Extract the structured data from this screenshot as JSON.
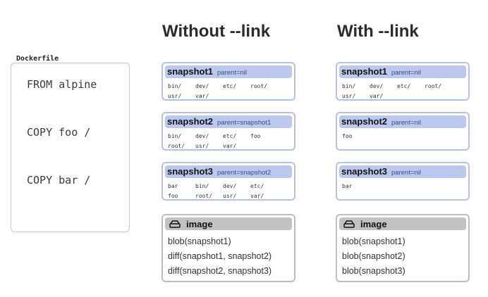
{
  "headings": {
    "without": "Without --link",
    "with": "With --link"
  },
  "dockerfile": {
    "label": "Dockerfile",
    "lines": [
      "FROM alpine",
      "COPY foo /",
      "COPY bar /"
    ]
  },
  "without_link": {
    "snapshots": [
      {
        "name": "snapshot1",
        "parent": "parent=nil",
        "rows": [
          [
            "bin/",
            "dev/",
            "etc/",
            "root/"
          ],
          [
            "usr/",
            "var/"
          ]
        ]
      },
      {
        "name": "snapshot2",
        "parent": "parent=snapshot1",
        "rows": [
          [
            "bin/",
            "dev/",
            "etc/",
            "foo"
          ],
          [
            "root/",
            "usr/",
            "var/"
          ]
        ]
      },
      {
        "name": "snapshot3",
        "parent": "parent=snapshot2",
        "rows": [
          [
            "bar",
            "bin/",
            "dev/",
            "etc/"
          ],
          [
            "foo",
            "root/",
            "usr/",
            "var/"
          ]
        ]
      }
    ],
    "image": {
      "title": "image",
      "icon": "disk-icon",
      "lines": [
        "blob(snapshot1)",
        "diff(snapshot1, snapshot2)",
        "diff(snapshot2, snapshot3)"
      ]
    }
  },
  "with_link": {
    "snapshots": [
      {
        "name": "snapshot1",
        "parent": "parent=nil",
        "rows": [
          [
            "bin/",
            "dev/",
            "etc/",
            "root/"
          ],
          [
            "usr/",
            "var/"
          ]
        ]
      },
      {
        "name": "snapshot2",
        "parent": "parent=nil",
        "rows": [
          [
            "foo"
          ]
        ]
      },
      {
        "name": "snapshot3",
        "parent": "parent=nil",
        "rows": [
          [
            "bar"
          ]
        ]
      }
    ],
    "image": {
      "title": "image",
      "icon": "disk-icon",
      "lines": [
        "blob(snapshot1)",
        "blob(snapshot2)",
        "blob(snapshot3)"
      ]
    }
  },
  "colors": {
    "snapshot_header": "#bcc8ee",
    "snapshot_border": "#b8c2e6",
    "image_header": "#c2c2c2",
    "image_border": "#bdbdbd"
  }
}
